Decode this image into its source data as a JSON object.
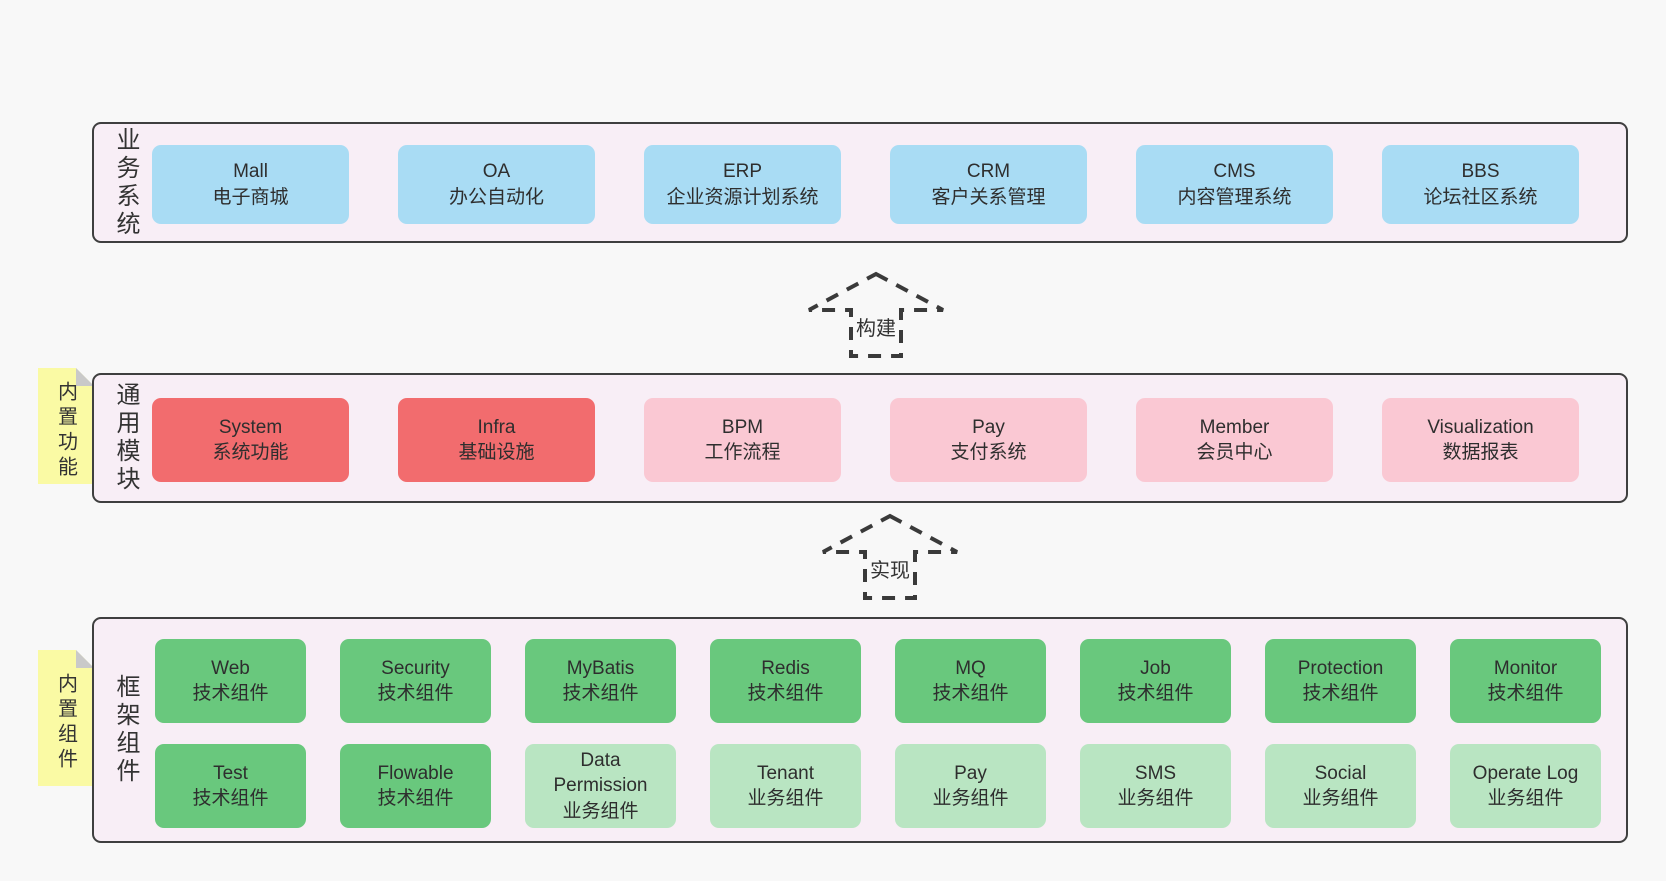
{
  "canvas": {
    "background": "#f8f8f8"
  },
  "colors": {
    "container_bg": "#f8eef6",
    "container_border": "#3f3f3f",
    "blue": "#a9dcf4",
    "red": "#f26c6e",
    "pink": "#fac8d3",
    "green": "#69c87d",
    "light_green": "#b9e5c2",
    "note_yellow": "#fafaa4",
    "fold_gray": "#c9c9c9",
    "text": "#333333"
  },
  "notes": [
    {
      "text": "内置功能"
    },
    {
      "text": "内置组件"
    }
  ],
  "arrows": [
    {
      "label": "构建"
    },
    {
      "label": "实现"
    }
  ],
  "layers": [
    {
      "label": "业务系统",
      "boxes": [
        {
          "en": "Mall",
          "zh": "电子商城"
        },
        {
          "en": "OA",
          "zh": "办公自动化"
        },
        {
          "en": "ERP",
          "zh": "企业资源计划系统"
        },
        {
          "en": "CRM",
          "zh": "客户关系管理"
        },
        {
          "en": "CMS",
          "zh": "内容管理系统"
        },
        {
          "en": "BBS",
          "zh": "论坛社区系统"
        }
      ]
    },
    {
      "label": "通用模块",
      "boxes": [
        {
          "en": "System",
          "zh": "系统功能"
        },
        {
          "en": "Infra",
          "zh": "基础设施"
        },
        {
          "en": "BPM",
          "zh": "工作流程"
        },
        {
          "en": "Pay",
          "zh": "支付系统"
        },
        {
          "en": "Member",
          "zh": "会员中心"
        },
        {
          "en": "Visualization",
          "zh": "数据报表"
        }
      ]
    },
    {
      "label": "框架组件",
      "rows": [
        [
          {
            "en": "Web",
            "zh": "技术组件"
          },
          {
            "en": "Security",
            "zh": "技术组件"
          },
          {
            "en": "MyBatis",
            "zh": "技术组件"
          },
          {
            "en": "Redis",
            "zh": "技术组件"
          },
          {
            "en": "MQ",
            "zh": "技术组件"
          },
          {
            "en": "Job",
            "zh": "技术组件"
          },
          {
            "en": "Protection",
            "zh": "技术组件"
          },
          {
            "en": "Monitor",
            "zh": "技术组件"
          }
        ],
        [
          {
            "en": "Test",
            "zh": "技术组件"
          },
          {
            "en": "Flowable",
            "zh": "技术组件"
          },
          {
            "en": "Data Permission",
            "zh": "业务组件"
          },
          {
            "en": "Tenant",
            "zh": "业务组件"
          },
          {
            "en": "Pay",
            "zh": "业务组件"
          },
          {
            "en": "SMS",
            "zh": "业务组件"
          },
          {
            "en": "Social",
            "zh": "业务组件"
          },
          {
            "en": "Operate Log",
            "zh": "业务组件"
          }
        ]
      ]
    }
  ]
}
